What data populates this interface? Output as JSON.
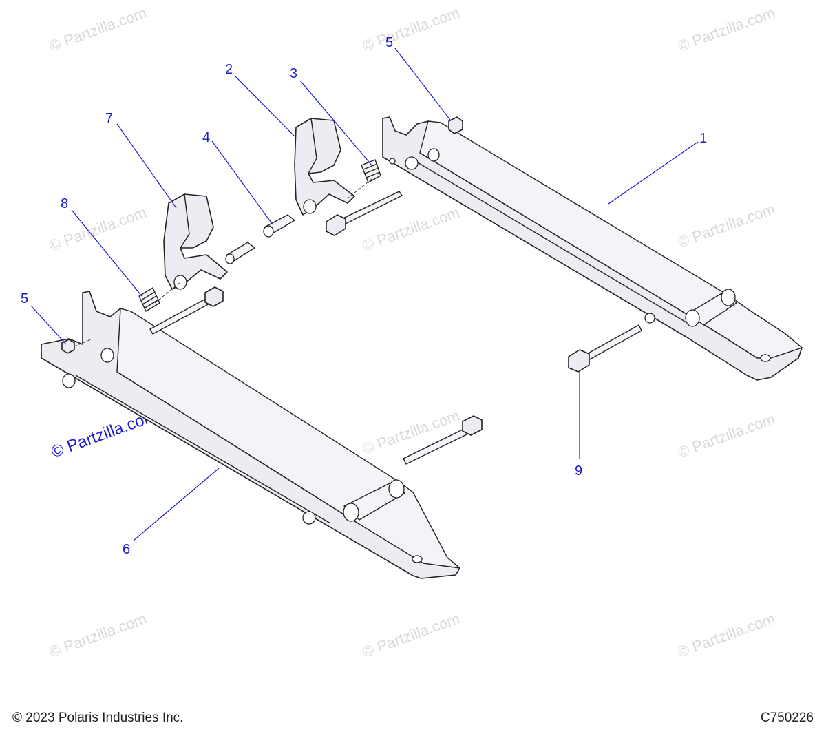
{
  "diagram": {
    "watermark_text": "© Partzilla.com",
    "callouts": [
      {
        "id": "1",
        "label": "1"
      },
      {
        "id": "2",
        "label": "2"
      },
      {
        "id": "3",
        "label": "3"
      },
      {
        "id": "4",
        "label": "4"
      },
      {
        "id": "5a",
        "label": "5"
      },
      {
        "id": "5b",
        "label": "5"
      },
      {
        "id": "6",
        "label": "6"
      },
      {
        "id": "7",
        "label": "7"
      },
      {
        "id": "8",
        "label": "8"
      },
      {
        "id": "9",
        "label": "9"
      }
    ],
    "colors": {
      "callout": "#1a1ad0",
      "line": "#222222",
      "watermark": "#d9d9d9"
    }
  },
  "footer": {
    "copyright": "© 2023 Polaris Industries Inc.",
    "drawing_id": "C750226"
  }
}
